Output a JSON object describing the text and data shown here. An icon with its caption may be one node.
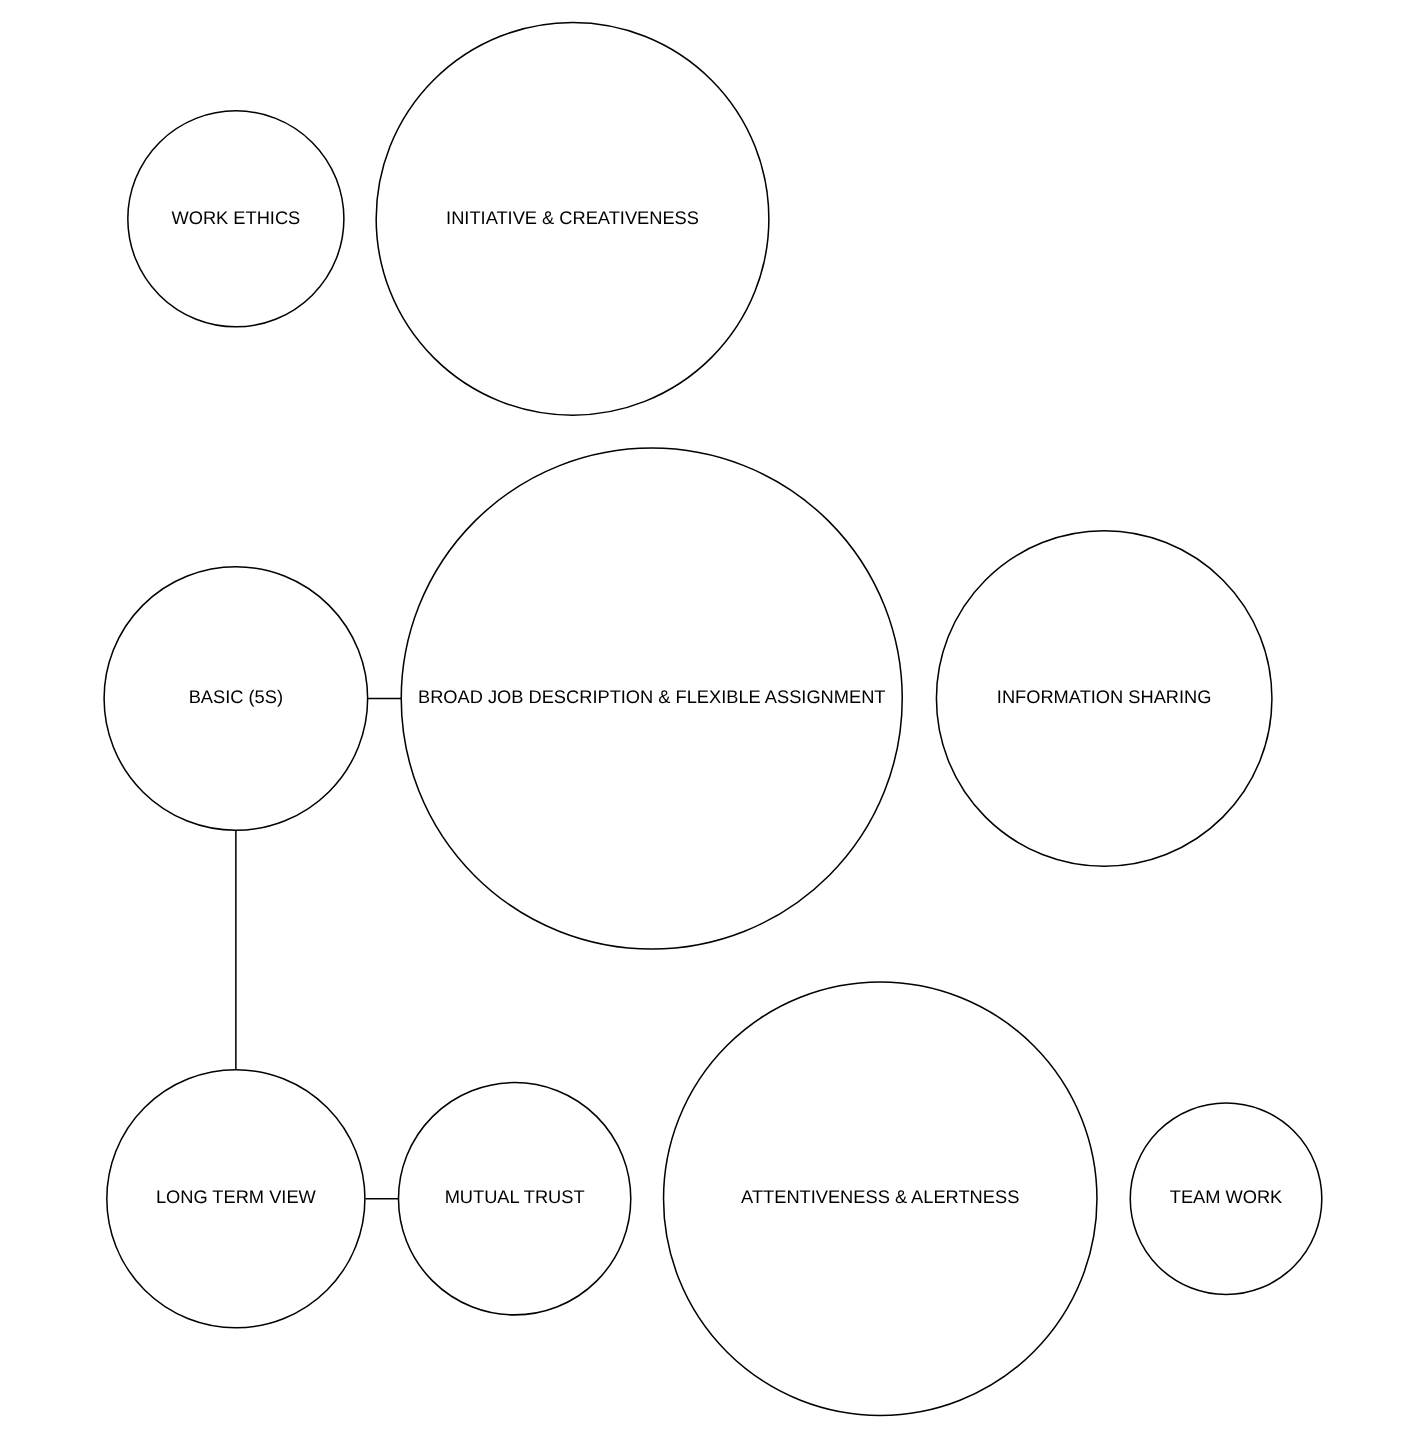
{
  "diagram": {
    "nodes": [
      {
        "text": [
          "WORK ETHICS"
        ]
      },
      {
        "text": [
          "INITIATIVE & CREATIVENESS"
        ]
      },
      {
        "text": [
          "BASIC (5S)"
        ]
      },
      {
        "text": [
          "BROAD JOB DESCRIPTION & FLEXIBLE ASSIGNMENT"
        ]
      },
      {
        "text": [
          "ATTENTIVENESS & ALERTNESS"
        ]
      },
      {
        "text": [
          "TEAM WORK"
        ]
      },
      {
        "text": [
          "INFORMATION SHARING"
        ]
      },
      {
        "text": [
          "LONG TERM VIEW"
        ]
      },
      {
        "text": [
          "MUTUAL TRUST"
        ]
      }
    ],
    "edges": [
      {
        "from": 2,
        "to": 3,
        "arrow": "none"
      },
      {
        "from": 2,
        "to": 7,
        "arrow": "none"
      },
      {
        "from": 7,
        "to": 8,
        "arrow": "none"
      }
    ]
  }
}
